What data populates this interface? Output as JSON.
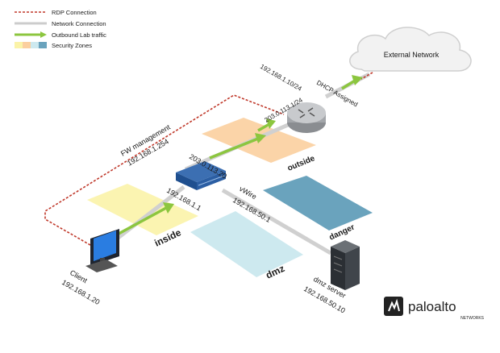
{
  "legend": {
    "rdp": "RDP Connection",
    "network": "Network Connection",
    "outbound": "Outbound Lab traffic",
    "zones": "Security Zones"
  },
  "cloud": {
    "label": "External Network"
  },
  "router": {
    "ip_upper": "192.168.1.10/24",
    "dhcp": "DHCP Assigned",
    "ip_lower": "203.0.113.1/24"
  },
  "firewall": {
    "mgmt_label": "FW management",
    "mgmt_ip": "192.168.1.254",
    "outside_ip": "203.0.113.20",
    "inside_ip": "192.168.1.1",
    "vwire": "vWire",
    "dmz_ip": "192.168.50.1"
  },
  "zones": {
    "outside": "outside",
    "inside": "inside",
    "danger": "danger",
    "dmz": "dmz"
  },
  "client": {
    "name": "Client",
    "ip": "192.168.1.20"
  },
  "server": {
    "name": "dmz server",
    "ip": "192.168.50.10"
  },
  "logo": {
    "brand": "paloalto",
    "sub": "NETWORKS"
  },
  "colors": {
    "rdp": "#c0392b",
    "network": "#d0d0d0",
    "outbound": "#8cc63f",
    "zone_inside": "#fbf3a8",
    "zone_outside": "#fbcf9f",
    "zone_danger": "#6aa3bd",
    "zone_dmz": "#cde9ef"
  }
}
